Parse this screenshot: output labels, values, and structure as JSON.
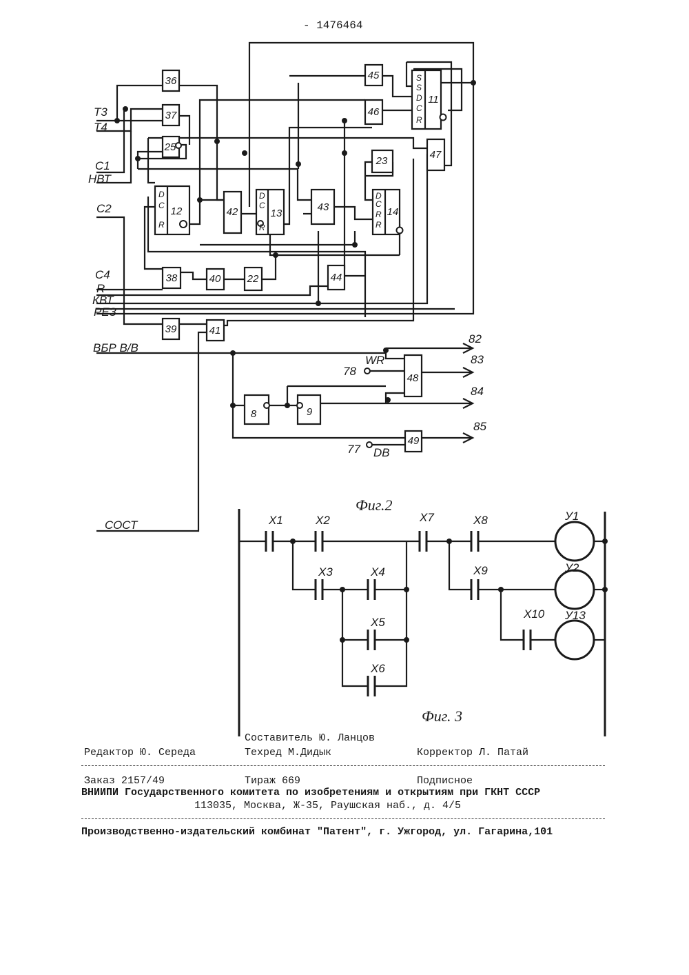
{
  "header": {
    "patent_number": "- 1476464"
  },
  "figure2": {
    "caption": "Фиг.2",
    "signals": [
      "Т3",
      "Т4",
      "С1",
      "НВТ",
      "С2",
      "С4",
      "R",
      "КВТ",
      "РЕЗ",
      "ВБР В/В",
      "СОСТ"
    ],
    "outputs": [
      "82",
      "83",
      "84",
      "85"
    ],
    "inputs": [
      {
        "num": "78",
        "name": "WR"
      },
      {
        "num": "77",
        "name": "DB"
      }
    ],
    "blocks": [
      "36",
      "37",
      "25",
      "12",
      "42",
      "13",
      "43",
      "45",
      "46",
      "11",
      "47",
      "23",
      "14",
      "38",
      "40",
      "22",
      "44",
      "39",
      "41",
      "48",
      "8",
      "9",
      "49"
    ],
    "pins": {
      "ff": [
        "D",
        "C",
        "R"
      ],
      "ff11": [
        "S",
        "S",
        "D",
        "C",
        "R"
      ],
      "ff14": [
        "D",
        "C",
        "R",
        "R"
      ]
    }
  },
  "figure3": {
    "caption": "Фиг. 3",
    "contacts": [
      "X1",
      "X2",
      "X3",
      "X4",
      "X5",
      "X6",
      "X7",
      "X8",
      "X9",
      "X10"
    ],
    "coils": [
      "У1",
      "У2",
      "У13"
    ]
  },
  "footer": {
    "compiler": "Составитель Ю. Ланцов",
    "editor": "Редактор Ю. Середа",
    "techred": "Техред М.Дидык",
    "corrector": "Корректор Л. Патай",
    "order": "Заказ 2157/49",
    "circulation": "Тираж 669",
    "subscription": "Подписное",
    "institute": "ВНИИПИ Государственного комитета по изобретениям и открытиям при ГКНТ СССР",
    "address": "113035, Москва, Ж-35, Раушская наб., д. 4/5",
    "publisher": "Производственно-издательский комбинат \"Патент\", г. Ужгород, ул. Гагарина,101"
  }
}
